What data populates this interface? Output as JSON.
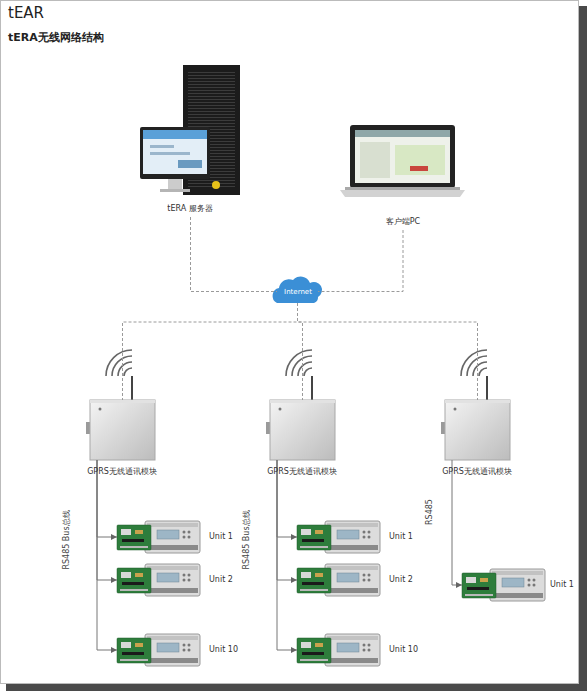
{
  "diagram": {
    "title": "tEAR",
    "nodes": [
      {
        "text": [
          "tERA 服务器"
        ]
      },
      {
        "text": [
          "客户端PC"
        ]
      },
      {
        "text": [
          "Internet"
        ]
      },
      {
        "text": [
          "GPRS无线通讯模块"
        ]
      },
      {
        "text": [
          "GPRS无线通讯模块"
        ]
      },
      {
        "text": [
          "GPRS无线通讯模块"
        ]
      },
      {
        "text": [
          "Unit 1"
        ]
      },
      {
        "text": [
          "Unit 2"
        ]
      },
      {
        "text": [
          "Unit 10"
        ]
      },
      {
        "text": [
          "Unit 1"
        ]
      },
      {
        "text": [
          "Unit 2"
        ]
      },
      {
        "text": [
          "Unit 10"
        ]
      },
      {
        "text": [
          "Unit 1"
        ]
      }
    ],
    "edges": [
      {
        "from": 0,
        "to": 2,
        "arrow": "none"
      },
      {
        "from": 1,
        "to": 2,
        "arrow": "none"
      },
      {
        "from": 2,
        "to": 3,
        "arrow": "none"
      },
      {
        "from": 2,
        "to": 4,
        "arrow": "none"
      },
      {
        "from": 2,
        "to": 5,
        "arrow": "none"
      },
      {
        "from": 3,
        "to": 6,
        "arrow": "to"
      },
      {
        "from": 3,
        "to": 7,
        "arrow": "to"
      },
      {
        "from": 3,
        "to": 8,
        "arrow": "to"
      },
      {
        "from": 4,
        "to": 9,
        "arrow": "to"
      },
      {
        "from": 4,
        "to": 10,
        "arrow": "to"
      },
      {
        "from": 4,
        "to": 11,
        "arrow": "to"
      },
      {
        "from": 5,
        "to": 12,
        "arrow": "to"
      }
    ],
    "labels": [
      "tERA无线网络结构",
      "RS485 Bus总线",
      "RS485 Bus总线",
      "RS485"
    ]
  }
}
